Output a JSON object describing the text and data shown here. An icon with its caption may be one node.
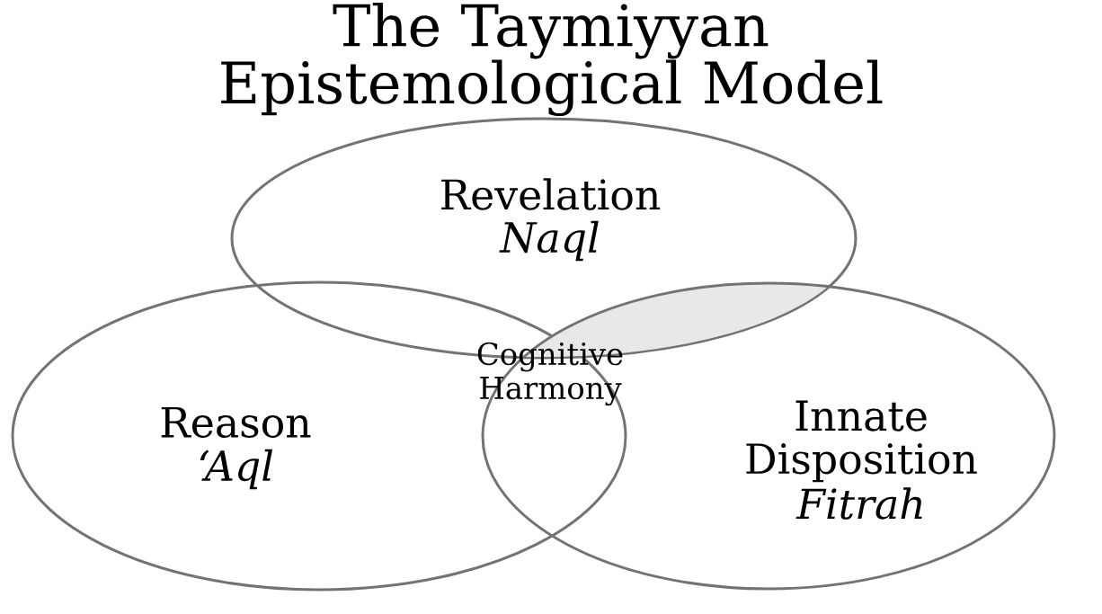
{
  "diagram": {
    "title": "The Taymiyyan Epistemological Model",
    "nodes": [
      {
        "text": [
          "Revelation",
          "Naql"
        ]
      },
      {
        "text": [
          "Reason",
          "‘Aql"
        ]
      },
      {
        "text": [
          "Innate Disposition",
          "Fitrah"
        ]
      }
    ],
    "labels": [
      "Cognitive Harmony"
    ]
  }
}
